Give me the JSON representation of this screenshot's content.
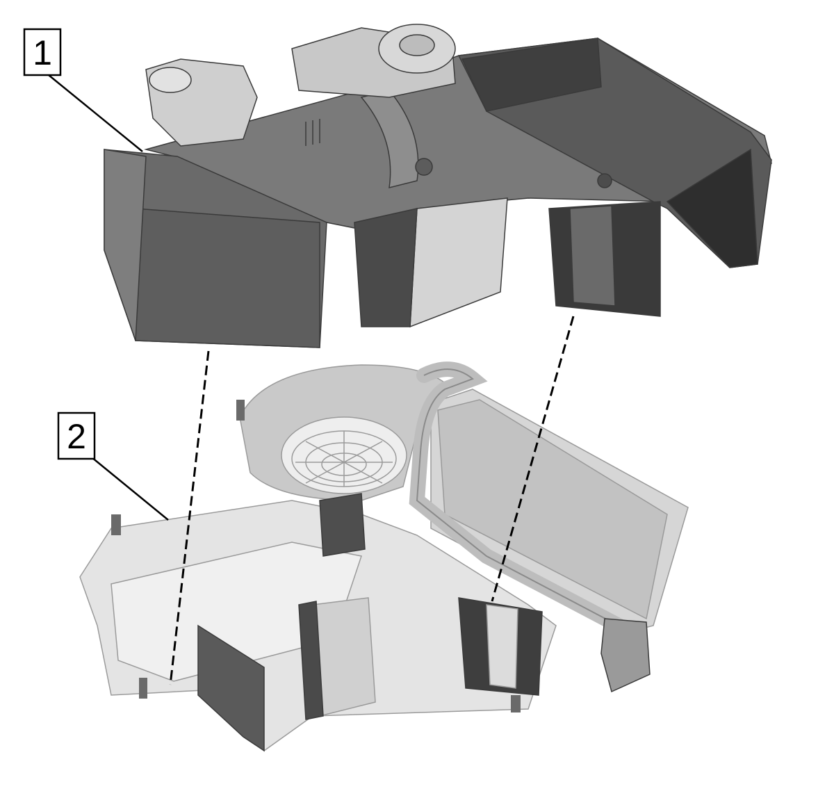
{
  "callouts": [
    {
      "id": "1",
      "label": "1"
    },
    {
      "id": "2",
      "label": "2"
    }
  ],
  "colors": {
    "upper_housing_dark": "#3f3f3f",
    "upper_housing_mid": "#6e6e6e",
    "upper_housing_light": "#8c8c8c",
    "lower_housing_light": "#e6e6e6",
    "lower_housing_mid": "#c4c4c4",
    "lower_housing_dark": "#5a5a5a",
    "line": "#000000"
  }
}
